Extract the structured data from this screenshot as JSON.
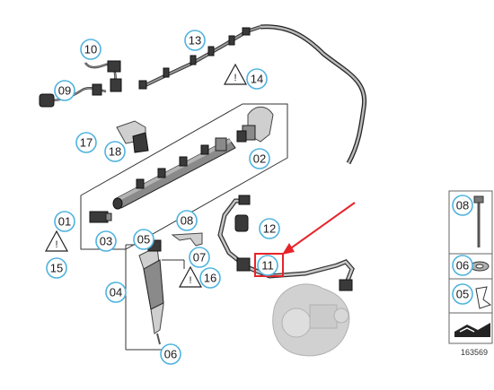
{
  "reference_number": "163569",
  "callouts": {
    "c01": "01",
    "c02": "02",
    "c03": "03",
    "c04": "04",
    "c05": "05",
    "c06": "06",
    "c07": "07",
    "c08": "08",
    "c09": "09",
    "c10": "10",
    "c11": "11",
    "c12": "12",
    "c13": "13",
    "c14": "14",
    "c15": "15",
    "c16": "16",
    "c17": "17",
    "c18": "18"
  },
  "legend": {
    "item_08": "08",
    "item_06": "06",
    "item_05": "05"
  },
  "colors": {
    "callout_ring": "#4fb3de",
    "highlight_red": "#e8232a",
    "part_grey": "#8a8a8a"
  }
}
